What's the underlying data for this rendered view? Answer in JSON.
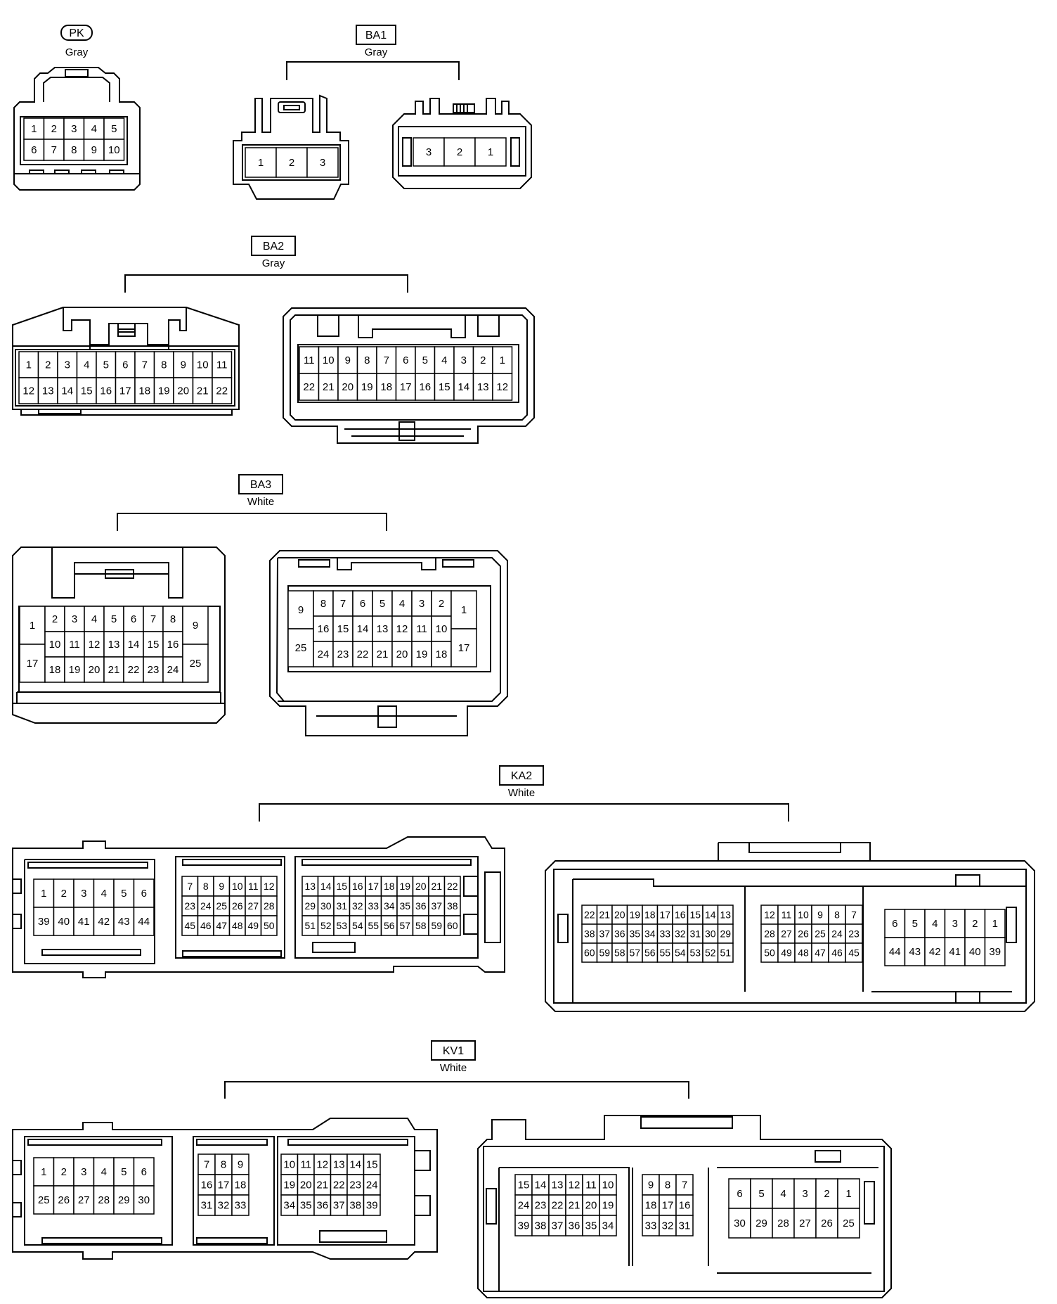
{
  "connectors": [
    {
      "id": "PK",
      "color": "Gray",
      "label_shape": "pill",
      "views": [
        {
          "rows": [
            [
              "1",
              "2",
              "3",
              "4",
              "5"
            ],
            [
              "6",
              "7",
              "8",
              "9",
              "10"
            ]
          ]
        }
      ]
    },
    {
      "id": "BA1",
      "color": "Gray",
      "label_shape": "box",
      "views": [
        {
          "rows": [
            [
              "1",
              "2",
              "3"
            ]
          ]
        },
        {
          "rows": [
            [
              "3",
              "2",
              "1"
            ]
          ]
        }
      ]
    },
    {
      "id": "BA2",
      "color": "Gray",
      "label_shape": "box",
      "views": [
        {
          "rows": [
            [
              "1",
              "2",
              "3",
              "4",
              "5",
              "6",
              "7",
              "8",
              "9",
              "10",
              "11"
            ],
            [
              "12",
              "13",
              "14",
              "15",
              "16",
              "17",
              "18",
              "19",
              "20",
              "21",
              "22"
            ]
          ]
        },
        {
          "rows": [
            [
              "11",
              "10",
              "9",
              "8",
              "7",
              "6",
              "5",
              "4",
              "3",
              "2",
              "1"
            ],
            [
              "22",
              "21",
              "20",
              "19",
              "18",
              "17",
              "16",
              "15",
              "14",
              "13",
              "12"
            ]
          ]
        }
      ]
    },
    {
      "id": "BA3",
      "color": "White",
      "label_shape": "box",
      "views": [
        {
          "side_left": [
            "1",
            "17"
          ],
          "rows": [
            [
              "2",
              "3",
              "4",
              "5",
              "6",
              "7",
              "8"
            ],
            [
              "10",
              "11",
              "12",
              "13",
              "14",
              "15",
              "16"
            ],
            [
              "18",
              "19",
              "20",
              "21",
              "22",
              "23",
              "24"
            ]
          ],
          "side_right": [
            "9",
            "25"
          ]
        },
        {
          "side_left": [
            "9",
            "25"
          ],
          "rows": [
            [
              "8",
              "7",
              "6",
              "5",
              "4",
              "3",
              "2"
            ],
            [
              "16",
              "15",
              "14",
              "13",
              "12",
              "11",
              "10"
            ],
            [
              "24",
              "23",
              "22",
              "21",
              "20",
              "19",
              "18"
            ]
          ],
          "side_right": [
            "1",
            "17"
          ]
        }
      ]
    },
    {
      "id": "KA2",
      "color": "White",
      "label_shape": "box",
      "views": [
        {
          "blocks": [
            [
              [
                "1",
                "2",
                "3",
                "4",
                "5",
                "6"
              ],
              [
                "39",
                "40",
                "41",
                "42",
                "43",
                "44"
              ]
            ],
            [
              [
                "7",
                "8",
                "9",
                "10",
                "11",
                "12"
              ],
              [
                "23",
                "24",
                "25",
                "26",
                "27",
                "28"
              ],
              [
                "45",
                "46",
                "47",
                "48",
                "49",
                "50"
              ]
            ],
            [
              [
                "13",
                "14",
                "15",
                "16",
                "17",
                "18",
                "19",
                "20",
                "21",
                "22"
              ],
              [
                "29",
                "30",
                "31",
                "32",
                "33",
                "34",
                "35",
                "36",
                "37",
                "38"
              ],
              [
                "51",
                "52",
                "53",
                "54",
                "55",
                "56",
                "57",
                "58",
                "59",
                "60"
              ]
            ]
          ]
        },
        {
          "blocks": [
            [
              [
                "22",
                "21",
                "20",
                "19",
                "18",
                "17",
                "16",
                "15",
                "14",
                "13"
              ],
              [
                "38",
                "37",
                "36",
                "35",
                "34",
                "33",
                "32",
                "31",
                "30",
                "29"
              ],
              [
                "60",
                "59",
                "58",
                "57",
                "56",
                "55",
                "54",
                "53",
                "52",
                "51"
              ]
            ],
            [
              [
                "12",
                "11",
                "10",
                "9",
                "8",
                "7"
              ],
              [
                "28",
                "27",
                "26",
                "25",
                "24",
                "23"
              ],
              [
                "50",
                "49",
                "48",
                "47",
                "46",
                "45"
              ]
            ],
            [
              [
                "6",
                "5",
                "4",
                "3",
                "2",
                "1"
              ],
              [
                "44",
                "43",
                "42",
                "41",
                "40",
                "39"
              ]
            ]
          ]
        }
      ]
    },
    {
      "id": "KV1",
      "color": "White",
      "label_shape": "box",
      "views": [
        {
          "blocks": [
            [
              [
                "1",
                "2",
                "3",
                "4",
                "5",
                "6"
              ],
              [
                "25",
                "26",
                "27",
                "28",
                "29",
                "30"
              ]
            ],
            [
              [
                "7",
                "8",
                "9"
              ],
              [
                "16",
                "17",
                "18"
              ],
              [
                "31",
                "32",
                "33"
              ]
            ],
            [
              [
                "10",
                "11",
                "12",
                "13",
                "14",
                "15"
              ],
              [
                "19",
                "20",
                "21",
                "22",
                "23",
                "24"
              ],
              [
                "34",
                "35",
                "36",
                "37",
                "38",
                "39"
              ]
            ]
          ]
        },
        {
          "blocks": [
            [
              [
                "15",
                "14",
                "13",
                "12",
                "11",
                "10"
              ],
              [
                "24",
                "23",
                "22",
                "21",
                "20",
                "19"
              ],
              [
                "39",
                "38",
                "37",
                "36",
                "35",
                "34"
              ]
            ],
            [
              [
                "9",
                "8",
                "7"
              ],
              [
                "18",
                "17",
                "16"
              ],
              [
                "33",
                "32",
                "31"
              ]
            ],
            [
              [
                "6",
                "5",
                "4",
                "3",
                "2",
                "1"
              ],
              [
                "30",
                "29",
                "28",
                "27",
                "26",
                "25"
              ]
            ]
          ]
        }
      ]
    }
  ]
}
